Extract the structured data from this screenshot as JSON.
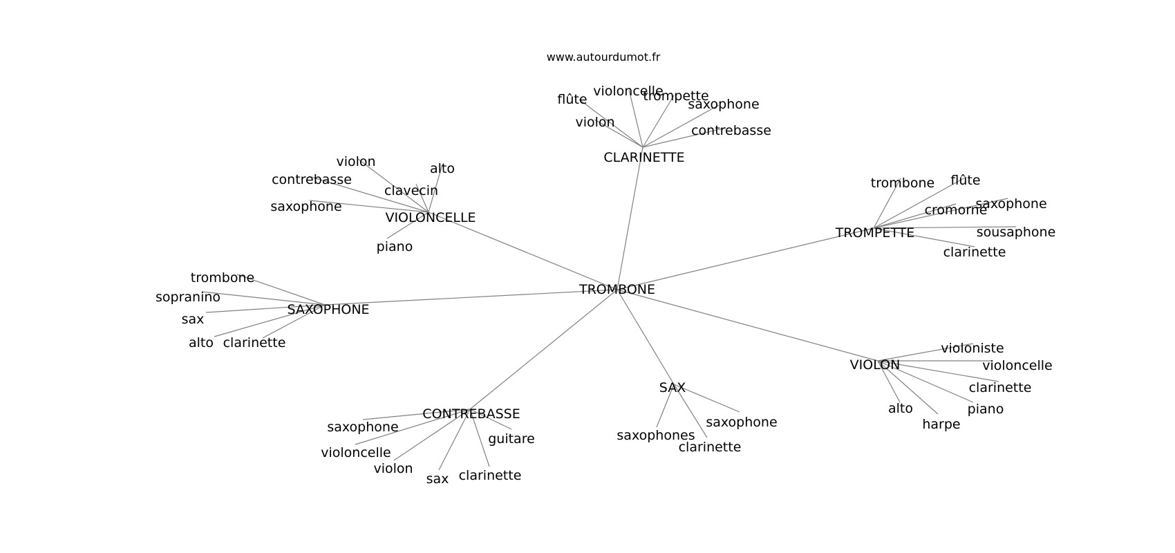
{
  "credit": "www.autourdumot.fr",
  "edge_color": "#808080",
  "center": "TROMBONE",
  "clusters": [
    {
      "hub": "CLARINETTE",
      "words": [
        "flûte",
        "violoncelle",
        "trompette",
        "saxophone",
        "violon",
        "contrebasse"
      ]
    },
    {
      "hub": "VIOLONCELLE",
      "words": [
        "violon",
        "alto",
        "contrebasse",
        "clavecin",
        "saxophone",
        "piano"
      ]
    },
    {
      "hub": "TROMPETTE",
      "words": [
        "trombone",
        "flûte",
        "cromorne",
        "saxophone",
        "sousaphone",
        "clarinette"
      ]
    },
    {
      "hub": "SAXOPHONE",
      "words": [
        "trombone",
        "sopranino",
        "sax",
        "alto",
        "clarinette"
      ]
    },
    {
      "hub": "VIOLON",
      "words": [
        "violoniste",
        "violoncelle",
        "clarinette",
        "piano",
        "alto",
        "harpe"
      ]
    },
    {
      "hub": "SAX",
      "words": [
        "saxophone",
        "saxophones",
        "clarinette"
      ]
    },
    {
      "hub": "CONTREBASSE",
      "words": [
        "saxophone",
        "guitare",
        "violoncelle",
        "violon",
        "sax",
        "clarinette"
      ]
    }
  ]
}
